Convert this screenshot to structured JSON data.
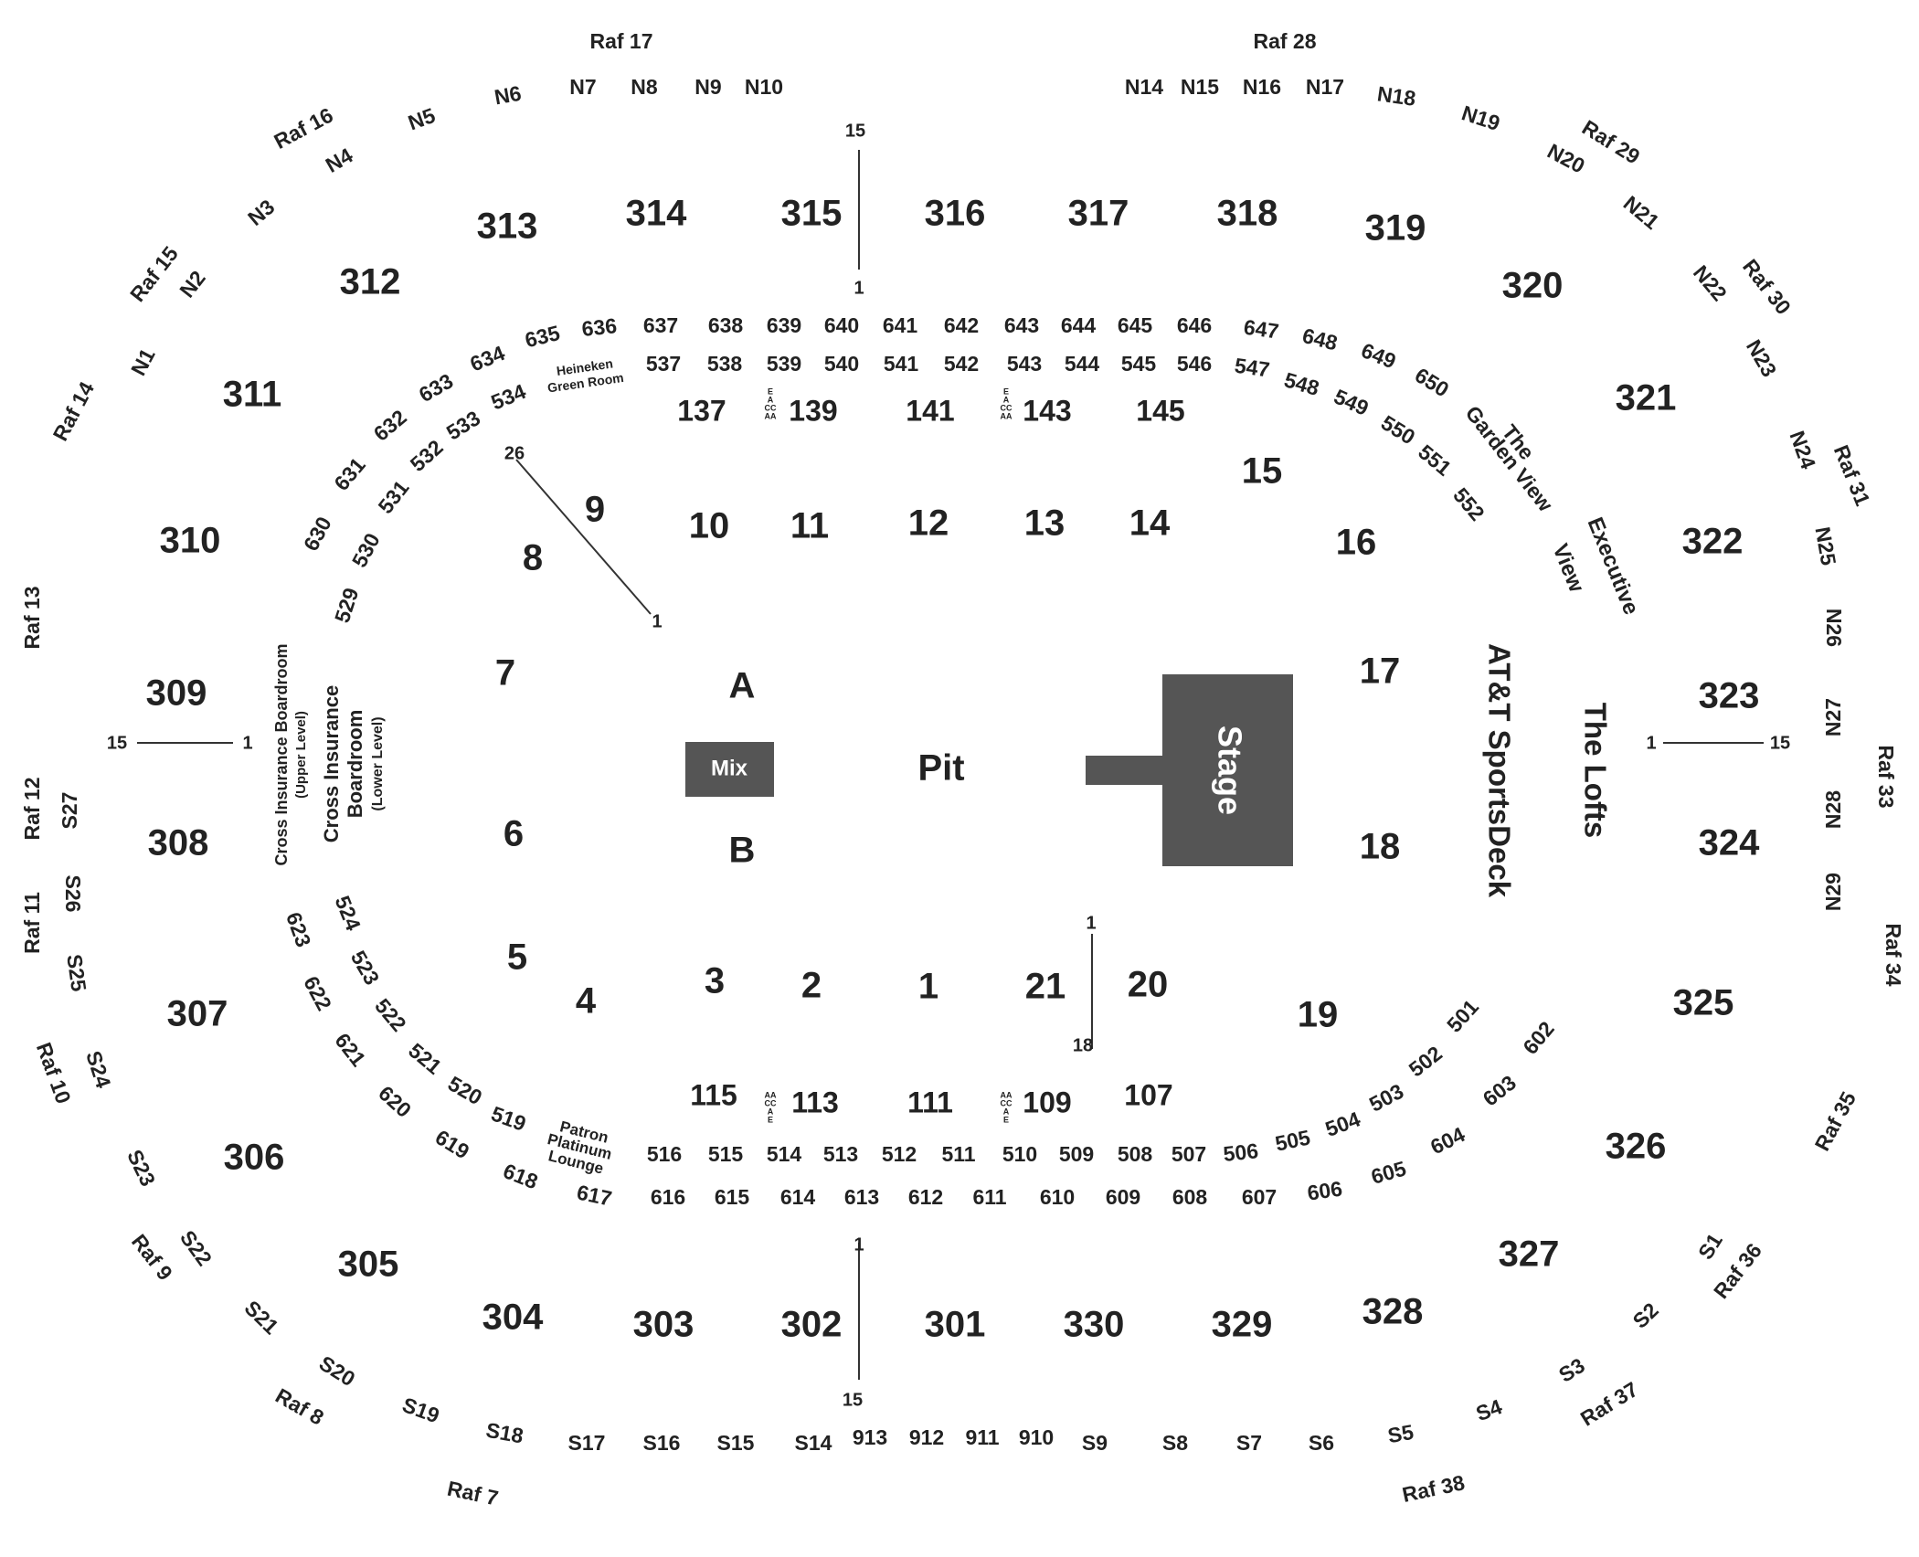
{
  "colors": {
    "stage": "#555555",
    "mix": "#555555",
    "text": "#222222",
    "line": "#333333",
    "background": "#ffffff"
  },
  "floor": {
    "pit": "Pit",
    "a": "A",
    "b": "B",
    "mix": "Mix",
    "stage": "Stage"
  },
  "upper_sections": [
    "313",
    "314",
    "315",
    "316",
    "317",
    "318",
    "319",
    "312",
    "320",
    "311",
    "321",
    "310",
    "322",
    "309",
    "323",
    "308",
    "324",
    "307",
    "325",
    "306",
    "326",
    "305",
    "327",
    "304",
    "303",
    "302",
    "301",
    "330",
    "329",
    "328"
  ],
  "lower_sections": [
    "137",
    "139",
    "141",
    "143",
    "145",
    "115",
    "113",
    "111",
    "109",
    "107"
  ],
  "inner_sections": [
    "9",
    "10",
    "11",
    "12",
    "13",
    "14",
    "15",
    "16",
    "17",
    "18",
    "8",
    "7",
    "6",
    "5",
    "4",
    "3",
    "2",
    "1",
    "21",
    "20",
    "19"
  ],
  "suites_600_top": [
    "636",
    "637",
    "638",
    "639",
    "640",
    "641",
    "642",
    "643",
    "644",
    "645",
    "646",
    "647",
    "648",
    "649",
    "650",
    "635",
    "634",
    "633",
    "632",
    "631",
    "630"
  ],
  "suites_500_top": [
    "537",
    "538",
    "539",
    "540",
    "541",
    "542",
    "543",
    "544",
    "545",
    "546",
    "547",
    "548",
    "549",
    "550",
    "551",
    "552",
    "534",
    "533",
    "532",
    "531",
    "530",
    "529"
  ],
  "suites_500_bottom": [
    "524",
    "523",
    "522",
    "521",
    "520",
    "519",
    "516",
    "515",
    "514",
    "513",
    "512",
    "511",
    "510",
    "509",
    "508",
    "507",
    "506",
    "505",
    "504",
    "503",
    "502",
    "501"
  ],
  "suites_600_bottom": [
    "623",
    "622",
    "621",
    "620",
    "619",
    "618",
    "617",
    "616",
    "615",
    "614",
    "613",
    "612",
    "611",
    "610",
    "609",
    "608",
    "607",
    "606",
    "605",
    "604",
    "603",
    "602"
  ],
  "north_boxes": [
    "N1",
    "N2",
    "N3",
    "N4",
    "N5",
    "N6",
    "N7",
    "N8",
    "N9",
    "N10",
    "N14",
    "N15",
    "N16",
    "N17",
    "N18",
    "N19",
    "N20",
    "N21",
    "N22",
    "N23",
    "N24",
    "N25",
    "N26",
    "N27",
    "N28",
    "N29"
  ],
  "south_boxes": [
    "S1",
    "S2",
    "S3",
    "S4",
    "S5",
    "S6",
    "S7",
    "S8",
    "S9",
    "S14",
    "S15",
    "S16",
    "S17",
    "S18",
    "S19",
    "S20",
    "S21",
    "S22",
    "S23",
    "S24",
    "S25",
    "S26",
    "S27",
    "913",
    "912",
    "911",
    "910"
  ],
  "rafters": [
    "Raf 17",
    "Raf 28",
    "Raf 16",
    "Raf 29",
    "Raf 15",
    "Raf 30",
    "Raf 14",
    "Raf 31",
    "Raf 13",
    "Raf 12",
    "Raf 33",
    "Raf 11",
    "Raf 34",
    "Raf 10",
    "Raf 35",
    "Raf 9",
    "Raf 36",
    "Raf 8",
    "Raf 37",
    "Raf 7",
    "Raf 38"
  ],
  "row_markers": [
    "15",
    "1",
    "26",
    "1",
    "15",
    "1",
    "1",
    "15",
    "1",
    "18",
    "1",
    "15"
  ],
  "venue_labels": {
    "heineken_1": "Heineken",
    "heineken_2": "Green Room",
    "patron_1": "Patron",
    "patron_2": "Platinum",
    "patron_3": "Lounge",
    "garden_1": "The",
    "garden_2": "Garden View",
    "exec_1": "Executive",
    "exec_2": "View",
    "sportsdeck": "AT&T SportsDeck",
    "lofts": "The Lofts",
    "cib_upper_1": "Cross Insurance Boardroom",
    "cib_upper_2": "(Upper Level)",
    "cib_lower_1": "Cross Insurance",
    "cib_lower_2": "Boardroom",
    "cib_lower_3": "(Lower Level)"
  },
  "access_marks": {
    "top_a": [
      "E",
      "A",
      "CC",
      "AA"
    ],
    "top_b": [
      "E",
      "A",
      "CC",
      "AA"
    ],
    "bot_a": [
      "AA",
      "CC",
      "A",
      "E"
    ],
    "bot_b": [
      "AA",
      "CC",
      "A",
      "E"
    ]
  }
}
